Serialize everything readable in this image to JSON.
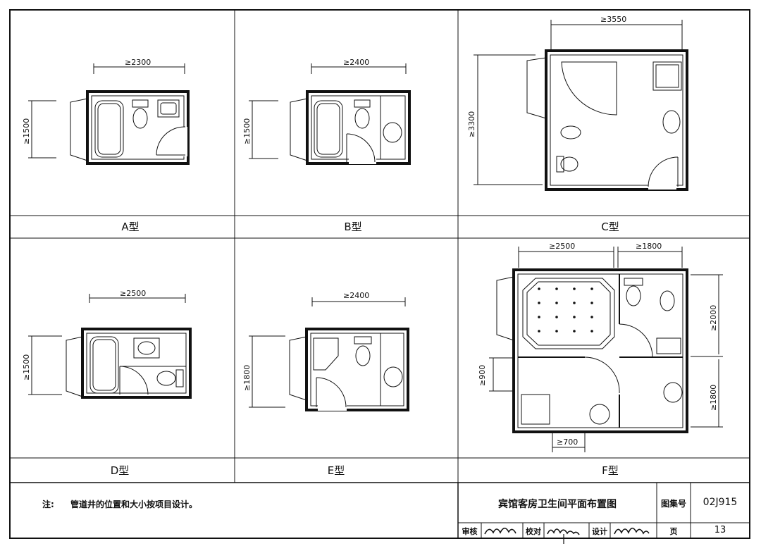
{
  "panels": {
    "a": {
      "label": "A型",
      "width": "≥2300",
      "depth": "≥1500"
    },
    "b": {
      "label": "B型",
      "width": "≥2400",
      "depth": "≥1500"
    },
    "c": {
      "label": "C型",
      "width": "≥3550",
      "depth": "≥3300"
    },
    "d": {
      "label": "D型",
      "width": "≥2500",
      "depth": "≥1500"
    },
    "e": {
      "label": "E型",
      "width": "≥2400",
      "depth": "≥1800"
    },
    "f": {
      "label": "F型",
      "width1": "≥2500",
      "width2": "≥1800",
      "right_top": "≥2000",
      "right_bottom": "≥1800",
      "left": "≥900",
      "bottom": "≥700"
    }
  },
  "note": {
    "prefix": "注:",
    "text": "管道井的位置和大小按项目设计。"
  },
  "title_block": {
    "title": "宾馆客房卫生间平面布置图",
    "atlas_label": "图集号",
    "atlas_no": "02J915",
    "page_label": "页",
    "page_no": "13",
    "review_label": "审核",
    "check_label": "校对",
    "design_label": "设计"
  }
}
